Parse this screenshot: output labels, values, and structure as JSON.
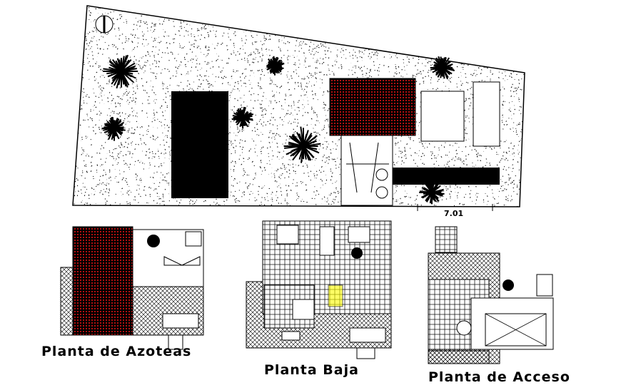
{
  "drawing": {
    "site_plan": {
      "dimension_label": "7.01"
    },
    "plans": [
      {
        "id": "azoteas",
        "title": "Planta de Azoteas"
      },
      {
        "id": "baja",
        "title": "Planta Baja"
      },
      {
        "id": "acceso",
        "title": "Planta de Acceso"
      }
    ],
    "colors": {
      "line": "#000000",
      "roof_tile": "#b01010",
      "background": "#ffffff"
    }
  }
}
